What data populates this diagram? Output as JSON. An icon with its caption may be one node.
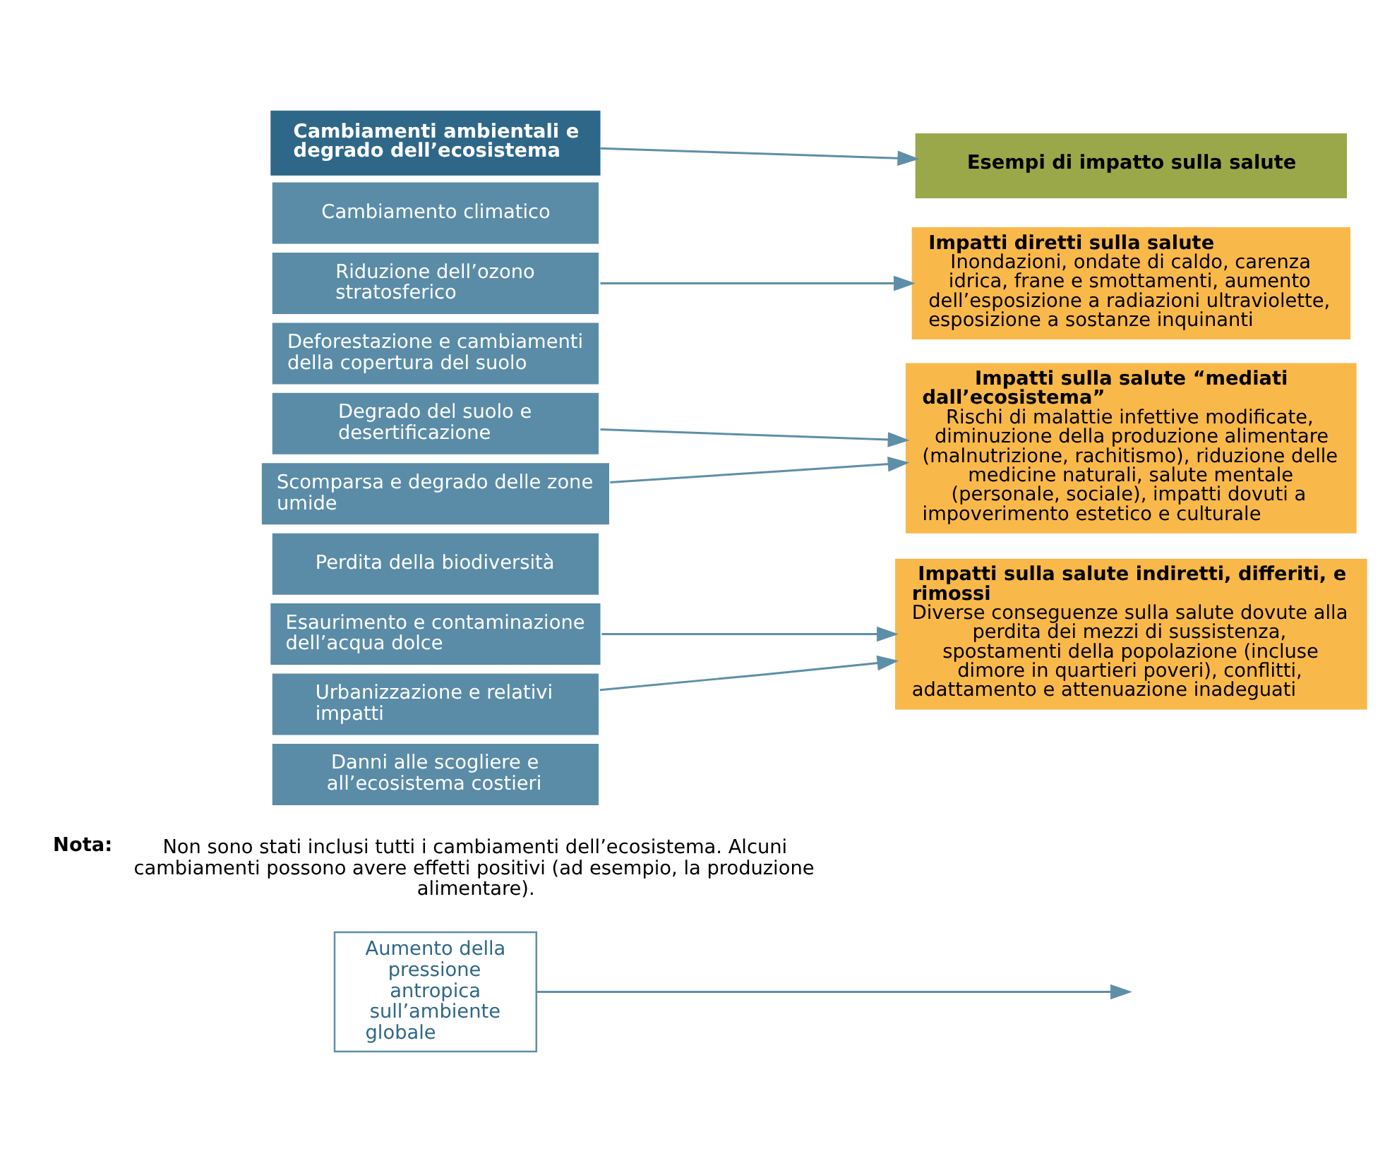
{
  "diagram": {
    "nodes": [
      {
        "text": [
          "Aumento della pressione antropica sull’ambiente globale"
        ]
      },
      {
        "text": [
          "Cambiamenti ambientali e degrado dell’ecosistema"
        ]
      },
      {
        "text": [
          "Esempi di impatto sulla salute"
        ]
      },
      {
        "text": [
          "Cambiamento climatico"
        ]
      },
      {
        "text": [
          "Riduzione dell’ozono stratosferico"
        ]
      },
      {
        "text": [
          "Deforestazione e cambiamenti della copertura del suolo"
        ]
      },
      {
        "text": [
          "Degrado del suolo e desertificazione"
        ]
      },
      {
        "text": [
          "Scomparsa e degrado delle zone umide"
        ]
      },
      {
        "text": [
          "Perdita della biodiversità"
        ]
      },
      {
        "text": [
          "Esaurimento e contaminazione dell’acqua dolce"
        ]
      },
      {
        "text": [
          "Urbanizzazione e relativi impatti"
        ]
      },
      {
        "text": [
          "Danni alle scogliere e all’ecosistema costieri"
        ]
      },
      {
        "text": [
          "Impatti diretti sulla salute",
          "Inondazioni, ondate di caldo, carenza idrica, frane e smottamenti, aumento dell’esposizione a radiazioni ultraviolette, esposizione a sostanze inquinanti"
        ]
      },
      {
        "text": [
          "Impatti sulla salute “mediati dall’ecosistema”",
          "Rischi di malattie infettive modificate, diminuzione della produzione alimentare (malnutrizione, rachitismo), riduzione delle medicine naturali, salute mentale (personale, sociale), impatti dovuti a impoverimento estetico e culturale"
        ]
      },
      {
        "text": [
          "Impatti sulla salute indiretti, differiti, e rimossi",
          "Diverse conseguenze sulla salute dovute alla perdita dei mezzi di sussistenza, spostamenti della popolazione (incluse dimore in quartieri poveri), conflitti, adattamento e attenuazione inadeguati"
        ]
      }
    ],
    "edges": [
      {
        "from": 0,
        "to": null,
        "arrow": "to"
      },
      {
        "from": 1,
        "to": 2,
        "arrow": "to"
      },
      {
        "from": 4,
        "to": 12,
        "arrow": "to"
      },
      {
        "from": 6,
        "to": 13,
        "arrow": "to"
      },
      {
        "from": 7,
        "to": 13,
        "arrow": "to"
      },
      {
        "from": 9,
        "to": 14,
        "arrow": "to"
      },
      {
        "from": 10,
        "to": 14,
        "arrow": "to"
      }
    ],
    "labels": [
      "Nota:",
      "Non sono stati inclusi tutti i cambiamenti dell’ecosistema. Alcuni cambiamenti possono avere effetti positivi (ad esempio, la produzione alimentare)."
    ]
  }
}
